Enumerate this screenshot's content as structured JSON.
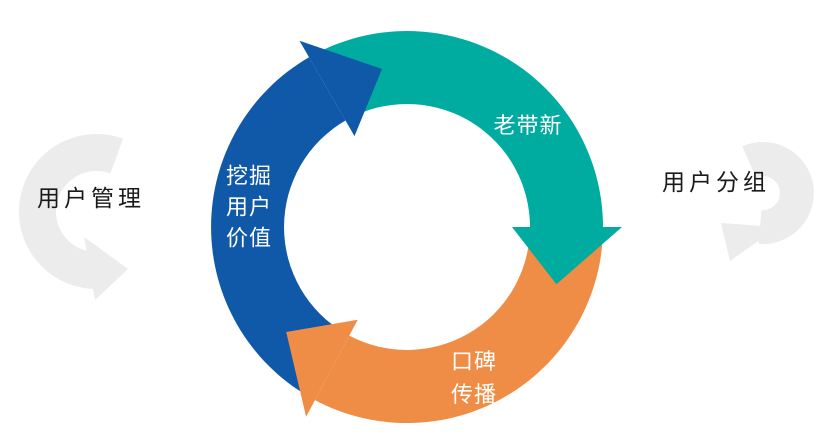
{
  "diagram": {
    "type": "three-step-cycle",
    "side_labels": {
      "left": "用户管理",
      "right": "用户分组"
    },
    "steps": [
      {
        "name": "referral",
        "lines": [
          "老带新"
        ],
        "color": "#00ABA0"
      },
      {
        "name": "word-of-mouth-spread",
        "lines": [
          "口碑",
          "传播"
        ],
        "color": "#EF8C45"
      },
      {
        "name": "mine-user-value",
        "lines": [
          "挖掘",
          "用户",
          "价值"
        ],
        "color": "#1058A8"
      }
    ],
    "colors": {
      "teal": "#00ABA0",
      "orange": "#EF8C45",
      "blue": "#1058A8",
      "swoosh_gray": "#ECECEC",
      "label_dark": "#1A1A1A",
      "label_light": "#FFFFFF"
    }
  }
}
